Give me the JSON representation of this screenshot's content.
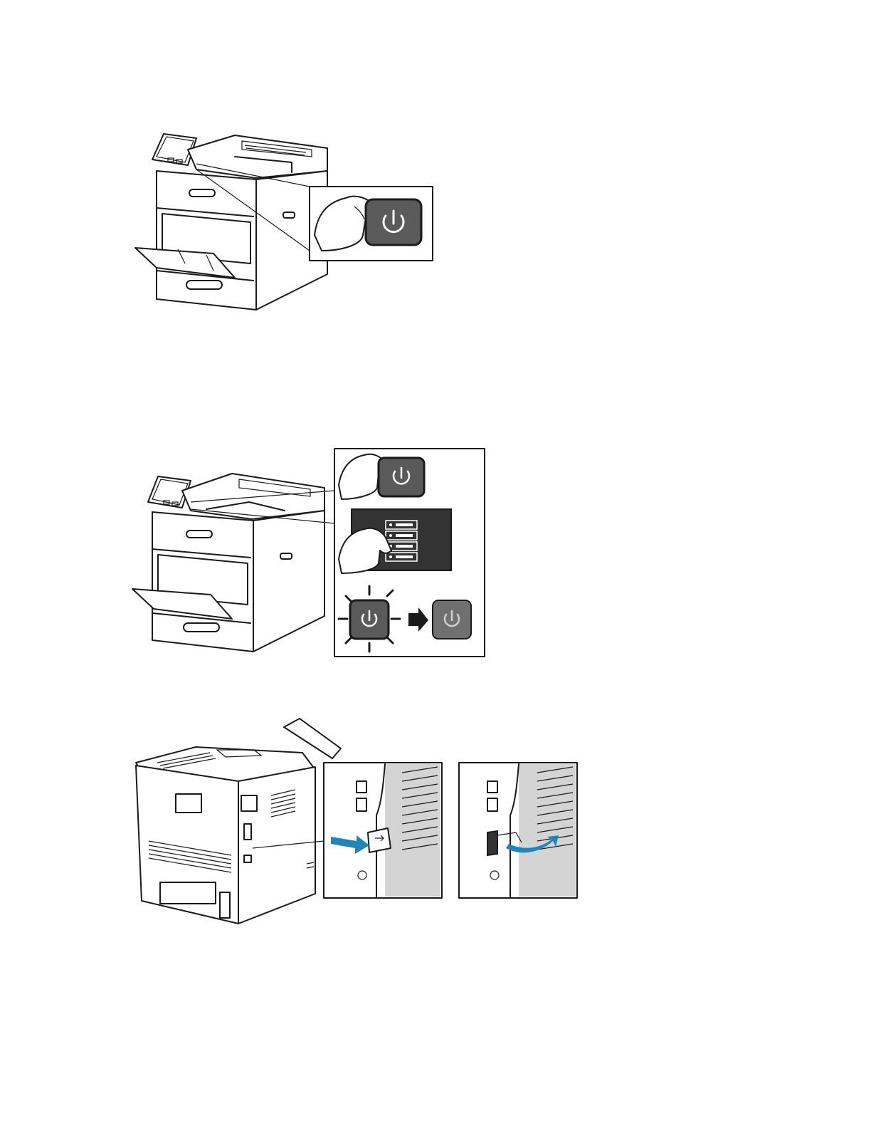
{
  "figures": [
    {
      "id": "fig-power-on",
      "description_icons": [
        "printer-front",
        "hand-press",
        "power-button"
      ]
    },
    {
      "id": "fig-power-off-sequence",
      "description_icons": [
        "printer-front",
        "hand-press",
        "power-button",
        "touch-menu",
        "blinking-power-button",
        "arrow-right",
        "dim-power-button"
      ]
    },
    {
      "id": "fig-usb-port-cover",
      "description_icons": [
        "printer-rear",
        "blue-arrow-push",
        "blue-arrow-curved",
        "port-cover"
      ]
    }
  ],
  "colors": {
    "line": "#1a1a1a",
    "button_fill": "#5a5a5a",
    "button_fill_dim": "#707070",
    "panel_dark": "#333333",
    "side_panel_gray": "#d4d4d4",
    "arrow_blue": "#1e86b8"
  }
}
